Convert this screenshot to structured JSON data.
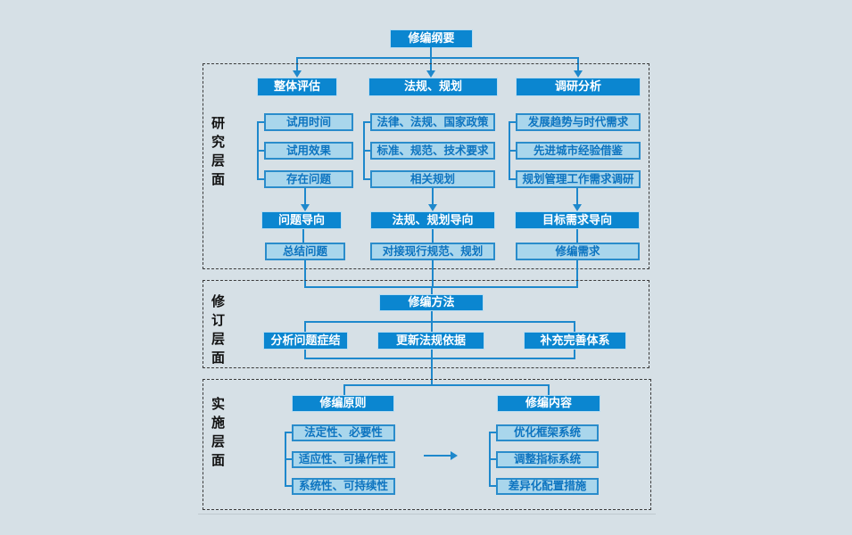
{
  "root": {
    "label": "修编纲要"
  },
  "sections": [
    {
      "label": "研究层面",
      "columns": [
        {
          "header": "整体评估",
          "items": [
            "试用时间",
            "试用效果",
            "存在问题"
          ],
          "orientation": "问题导向",
          "output": "总结问题"
        },
        {
          "header": "法规、规划",
          "items": [
            "法律、法规、国家政策",
            "标准、规范、技术要求",
            "相关规划"
          ],
          "orientation": "法规、规划导向",
          "output": "对接现行规范、规划"
        },
        {
          "header": "调研分析",
          "items": [
            "发展趋势与时代需求",
            "先进城市经验借鉴",
            "规划管理工作需求调研"
          ],
          "orientation": "目标需求导向",
          "output": "修编需求"
        }
      ]
    },
    {
      "label": "修订层面",
      "method": "修编方法",
      "actions": [
        "分析问题症结",
        "更新法规依据",
        "补充完善体系"
      ]
    },
    {
      "label": "实施层面",
      "groups": [
        {
          "header": "修编原则",
          "items": [
            "法定性、必要性",
            "适应性、可操作性",
            "系统性、可持续性"
          ]
        },
        {
          "header": "修编内容",
          "items": [
            "优化框架系统",
            "调整指标系统",
            "差异化配置措施"
          ]
        }
      ]
    }
  ],
  "colors": {
    "background": "#d6e0e6",
    "solid_box_fill": "#0b86d0",
    "light_box_fill": "#a9d6ec",
    "light_box_border": "#2a8ccb",
    "light_box_text": "#0d74c0",
    "connector": "#1e88cc",
    "section_border": "#3a3a3a"
  }
}
